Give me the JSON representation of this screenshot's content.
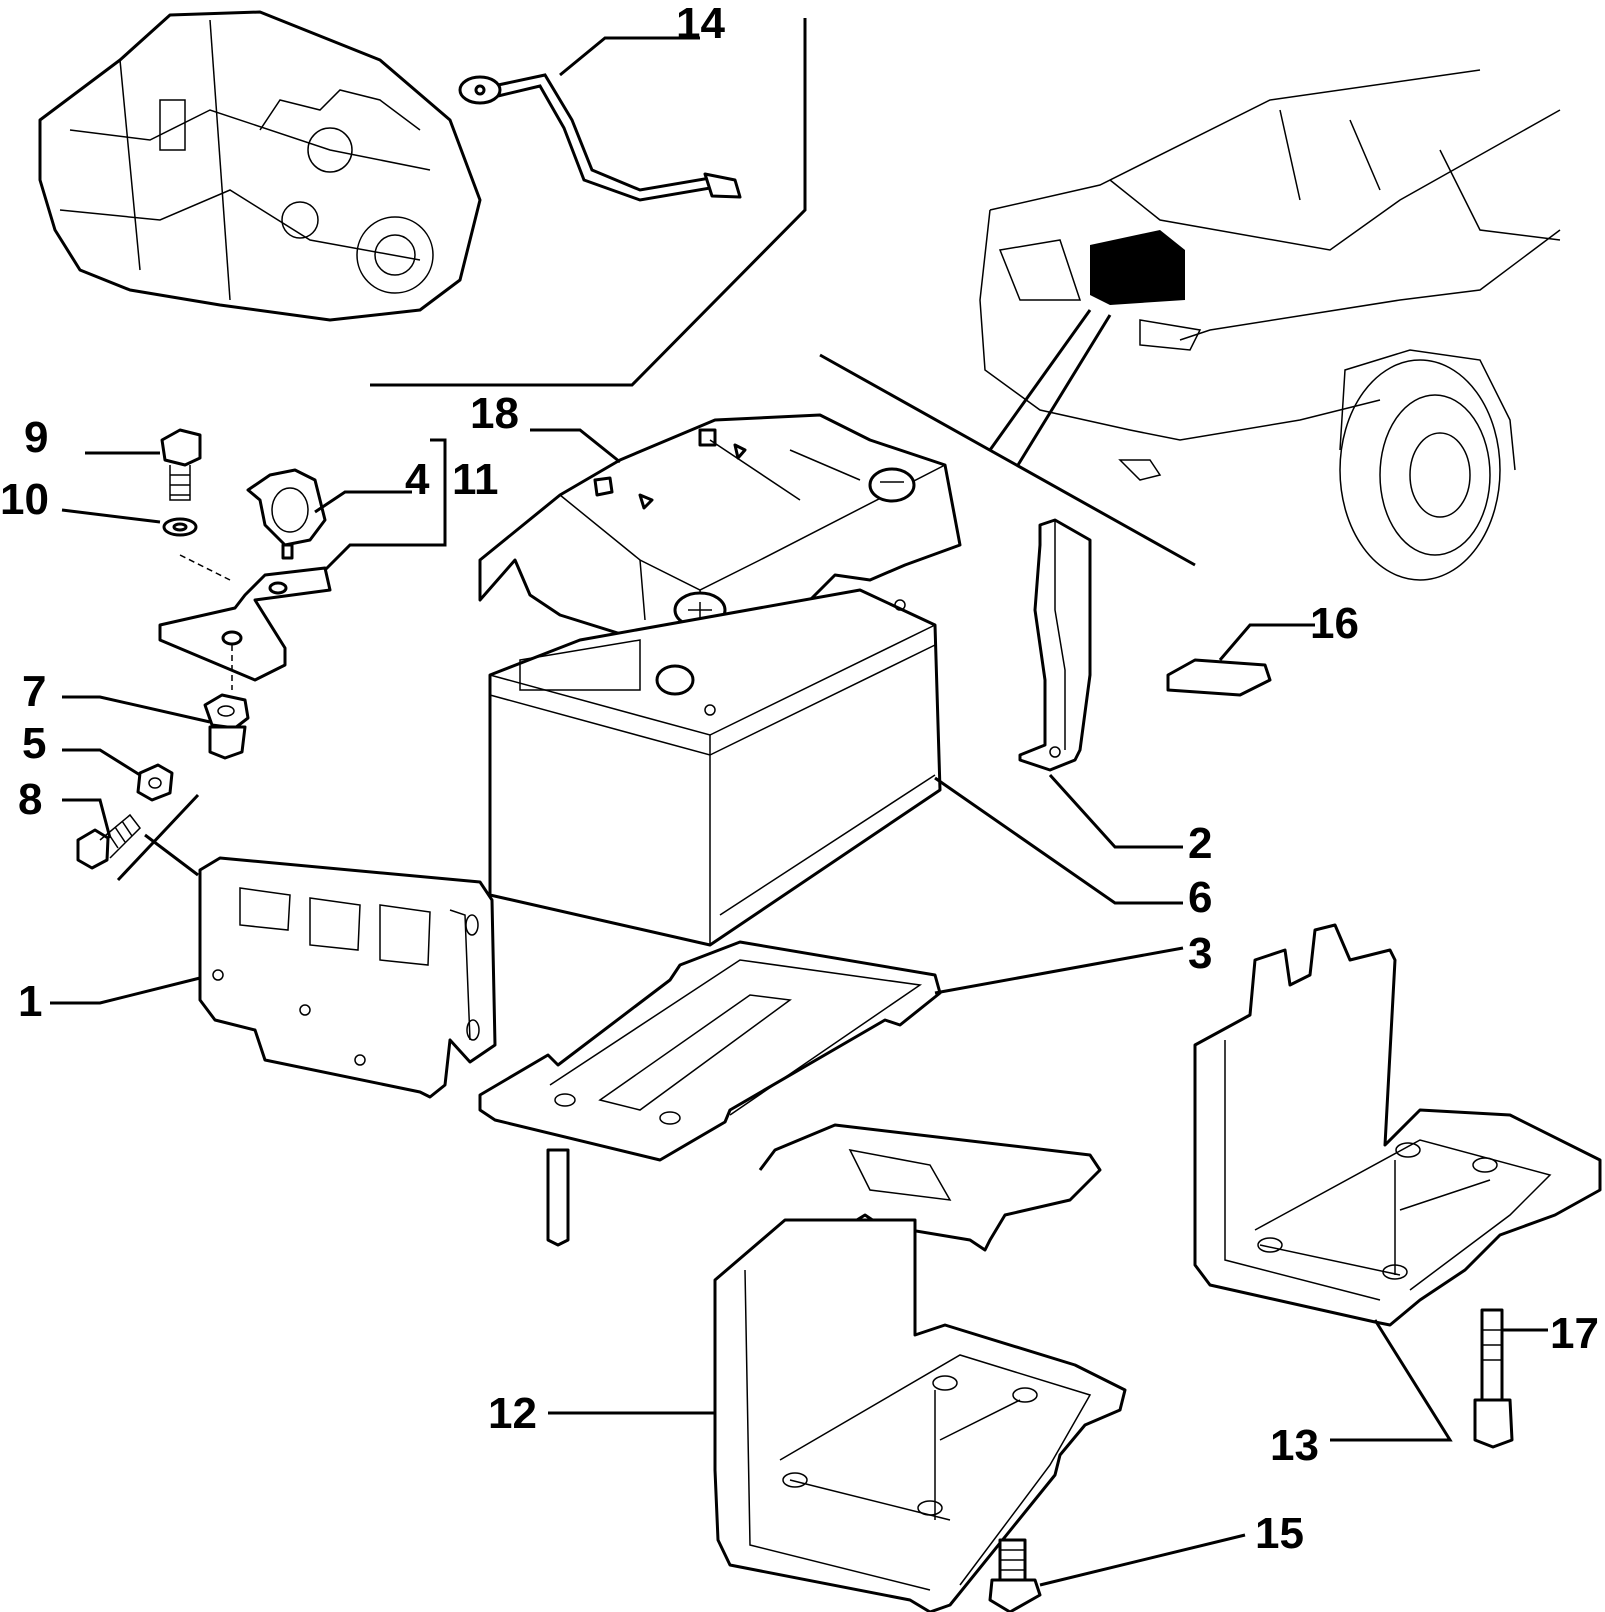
{
  "callouts": {
    "c1": "1",
    "c2": "2",
    "c3": "3",
    "c4": "4",
    "c5": "5",
    "c6": "6",
    "c7": "7",
    "c8": "8",
    "c9": "9",
    "c10": "10",
    "c11": "11",
    "c12": "12",
    "c13": "13",
    "c14": "14",
    "c15": "15",
    "c16": "16",
    "c17": "17",
    "c18": "18"
  },
  "icons": {
    "gearbox": "gearbox-illustration",
    "car": "car-rear-illustration",
    "battery_location": "battery-location-marker"
  },
  "colors": {
    "line": "#000000",
    "background": "#ffffff"
  }
}
